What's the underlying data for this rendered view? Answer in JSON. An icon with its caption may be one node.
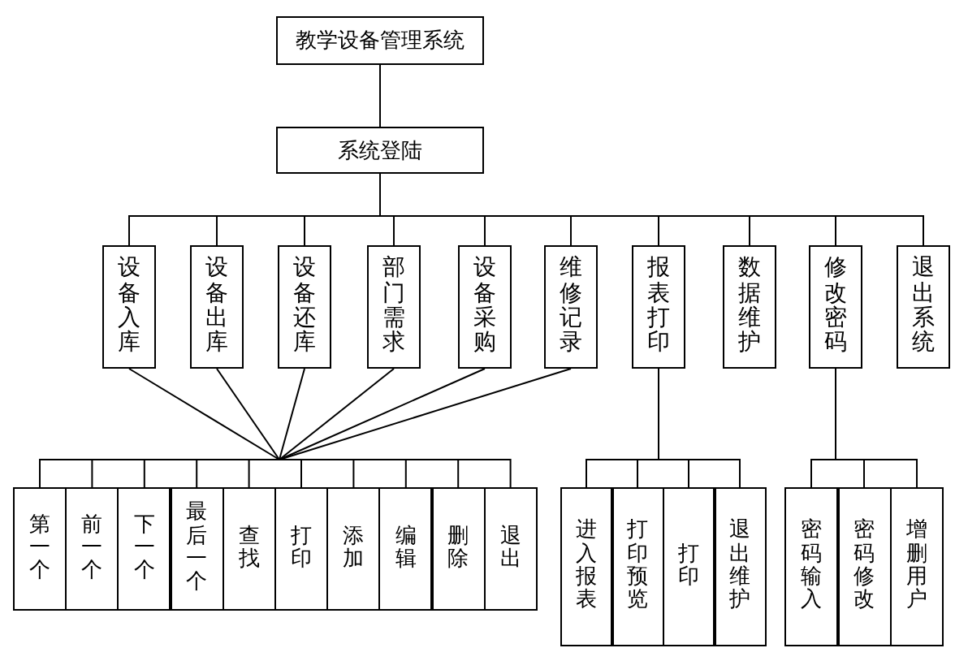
{
  "diagram": {
    "nodes": [
      {
        "text": [
          "教学设备管理系统"
        ]
      },
      {
        "text": [
          "系统登陆"
        ]
      },
      {
        "text": [
          "设备入库"
        ]
      },
      {
        "text": [
          "设备出库"
        ]
      },
      {
        "text": [
          "设备还库"
        ]
      },
      {
        "text": [
          "部门需求"
        ]
      },
      {
        "text": [
          "设备采购"
        ]
      },
      {
        "text": [
          "维修记录"
        ]
      },
      {
        "text": [
          "报表打印"
        ]
      },
      {
        "text": [
          "数据维护"
        ]
      },
      {
        "text": [
          "修改密码"
        ]
      },
      {
        "text": [
          "退出系统"
        ]
      },
      {
        "text": [
          "第一个"
        ]
      },
      {
        "text": [
          "前一个"
        ]
      },
      {
        "text": [
          "下一个"
        ]
      },
      {
        "text": [
          "最后一个"
        ]
      },
      {
        "text": [
          "查找"
        ]
      },
      {
        "text": [
          "打印"
        ]
      },
      {
        "text": [
          "添加"
        ]
      },
      {
        "text": [
          "编辑"
        ]
      },
      {
        "text": [
          "删除"
        ]
      },
      {
        "text": [
          "退出"
        ]
      },
      {
        "text": [
          "进入报表"
        ]
      },
      {
        "text": [
          "打印预览"
        ]
      },
      {
        "text": [
          "打印"
        ]
      },
      {
        "text": [
          "退出维护"
        ]
      },
      {
        "text": [
          "密码输入"
        ]
      },
      {
        "text": [
          "密码修改"
        ]
      },
      {
        "text": [
          "增删用户"
        ]
      }
    ],
    "edges": [
      {
        "from": 0,
        "to": 1,
        "arrow": "none"
      },
      {
        "from": 1,
        "to": 2,
        "arrow": "none"
      },
      {
        "from": 1,
        "to": 3,
        "arrow": "none"
      },
      {
        "from": 1,
        "to": 4,
        "arrow": "none"
      },
      {
        "from": 1,
        "to": 5,
        "arrow": "none"
      },
      {
        "from": 1,
        "to": 6,
        "arrow": "none"
      },
      {
        "from": 1,
        "to": 7,
        "arrow": "none"
      },
      {
        "from": 1,
        "to": 8,
        "arrow": "none"
      },
      {
        "from": 1,
        "to": 9,
        "arrow": "none"
      },
      {
        "from": 1,
        "to": 10,
        "arrow": "none"
      },
      {
        "from": 1,
        "to": 11,
        "arrow": "none"
      },
      {
        "from": 2,
        "to": 12,
        "arrow": "none"
      },
      {
        "from": 2,
        "to": 13,
        "arrow": "none"
      },
      {
        "from": 2,
        "to": 14,
        "arrow": "none"
      },
      {
        "from": 2,
        "to": 15,
        "arrow": "none"
      },
      {
        "from": 2,
        "to": 16,
        "arrow": "none"
      },
      {
        "from": 2,
        "to": 17,
        "arrow": "none"
      },
      {
        "from": 2,
        "to": 18,
        "arrow": "none"
      },
      {
        "from": 2,
        "to": 19,
        "arrow": "none"
      },
      {
        "from": 2,
        "to": 20,
        "arrow": "none"
      },
      {
        "from": 2,
        "to": 21,
        "arrow": "none"
      },
      {
        "from": 3,
        "to": 12,
        "arrow": "none"
      },
      {
        "from": 3,
        "to": 13,
        "arrow": "none"
      },
      {
        "from": 3,
        "to": 14,
        "arrow": "none"
      },
      {
        "from": 3,
        "to": 15,
        "arrow": "none"
      },
      {
        "from": 3,
        "to": 16,
        "arrow": "none"
      },
      {
        "from": 3,
        "to": 17,
        "arrow": "none"
      },
      {
        "from": 3,
        "to": 18,
        "arrow": "none"
      },
      {
        "from": 3,
        "to": 19,
        "arrow": "none"
      },
      {
        "from": 3,
        "to": 20,
        "arrow": "none"
      },
      {
        "from": 3,
        "to": 21,
        "arrow": "none"
      },
      {
        "from": 4,
        "to": 12,
        "arrow": "none"
      },
      {
        "from": 4,
        "to": 13,
        "arrow": "none"
      },
      {
        "from": 4,
        "to": 14,
        "arrow": "none"
      },
      {
        "from": 4,
        "to": 15,
        "arrow": "none"
      },
      {
        "from": 4,
        "to": 16,
        "arrow": "none"
      },
      {
        "from": 4,
        "to": 17,
        "arrow": "none"
      },
      {
        "from": 4,
        "to": 18,
        "arrow": "none"
      },
      {
        "from": 4,
        "to": 19,
        "arrow": "none"
      },
      {
        "from": 4,
        "to": 20,
        "arrow": "none"
      },
      {
        "from": 4,
        "to": 21,
        "arrow": "none"
      },
      {
        "from": 5,
        "to": 12,
        "arrow": "none"
      },
      {
        "from": 5,
        "to": 13,
        "arrow": "none"
      },
      {
        "from": 5,
        "to": 14,
        "arrow": "none"
      },
      {
        "from": 5,
        "to": 15,
        "arrow": "none"
      },
      {
        "from": 5,
        "to": 16,
        "arrow": "none"
      },
      {
        "from": 5,
        "to": 17,
        "arrow": "none"
      },
      {
        "from": 5,
        "to": 18,
        "arrow": "none"
      },
      {
        "from": 5,
        "to": 19,
        "arrow": "none"
      },
      {
        "from": 5,
        "to": 20,
        "arrow": "none"
      },
      {
        "from": 5,
        "to": 21,
        "arrow": "none"
      },
      {
        "from": 6,
        "to": 12,
        "arrow": "none"
      },
      {
        "from": 6,
        "to": 13,
        "arrow": "none"
      },
      {
        "from": 6,
        "to": 14,
        "arrow": "none"
      },
      {
        "from": 6,
        "to": 15,
        "arrow": "none"
      },
      {
        "from": 6,
        "to": 16,
        "arrow": "none"
      },
      {
        "from": 6,
        "to": 17,
        "arrow": "none"
      },
      {
        "from": 6,
        "to": 18,
        "arrow": "none"
      },
      {
        "from": 6,
        "to": 19,
        "arrow": "none"
      },
      {
        "from": 6,
        "to": 20,
        "arrow": "none"
      },
      {
        "from": 6,
        "to": 21,
        "arrow": "none"
      },
      {
        "from": 7,
        "to": 12,
        "arrow": "none"
      },
      {
        "from": 7,
        "to": 13,
        "arrow": "none"
      },
      {
        "from": 7,
        "to": 14,
        "arrow": "none"
      },
      {
        "from": 7,
        "to": 15,
        "arrow": "none"
      },
      {
        "from": 7,
        "to": 16,
        "arrow": "none"
      },
      {
        "from": 7,
        "to": 17,
        "arrow": "none"
      },
      {
        "from": 7,
        "to": 18,
        "arrow": "none"
      },
      {
        "from": 7,
        "to": 19,
        "arrow": "none"
      },
      {
        "from": 7,
        "to": 20,
        "arrow": "none"
      },
      {
        "from": 7,
        "to": 21,
        "arrow": "none"
      },
      {
        "from": 8,
        "to": 22,
        "arrow": "none"
      },
      {
        "from": 8,
        "to": 23,
        "arrow": "none"
      },
      {
        "from": 8,
        "to": 24,
        "arrow": "none"
      },
      {
        "from": 8,
        "to": 25,
        "arrow": "none"
      },
      {
        "from": 10,
        "to": 26,
        "arrow": "none"
      },
      {
        "from": 10,
        "to": 27,
        "arrow": "none"
      },
      {
        "from": 10,
        "to": 28,
        "arrow": "none"
      }
    ]
  }
}
